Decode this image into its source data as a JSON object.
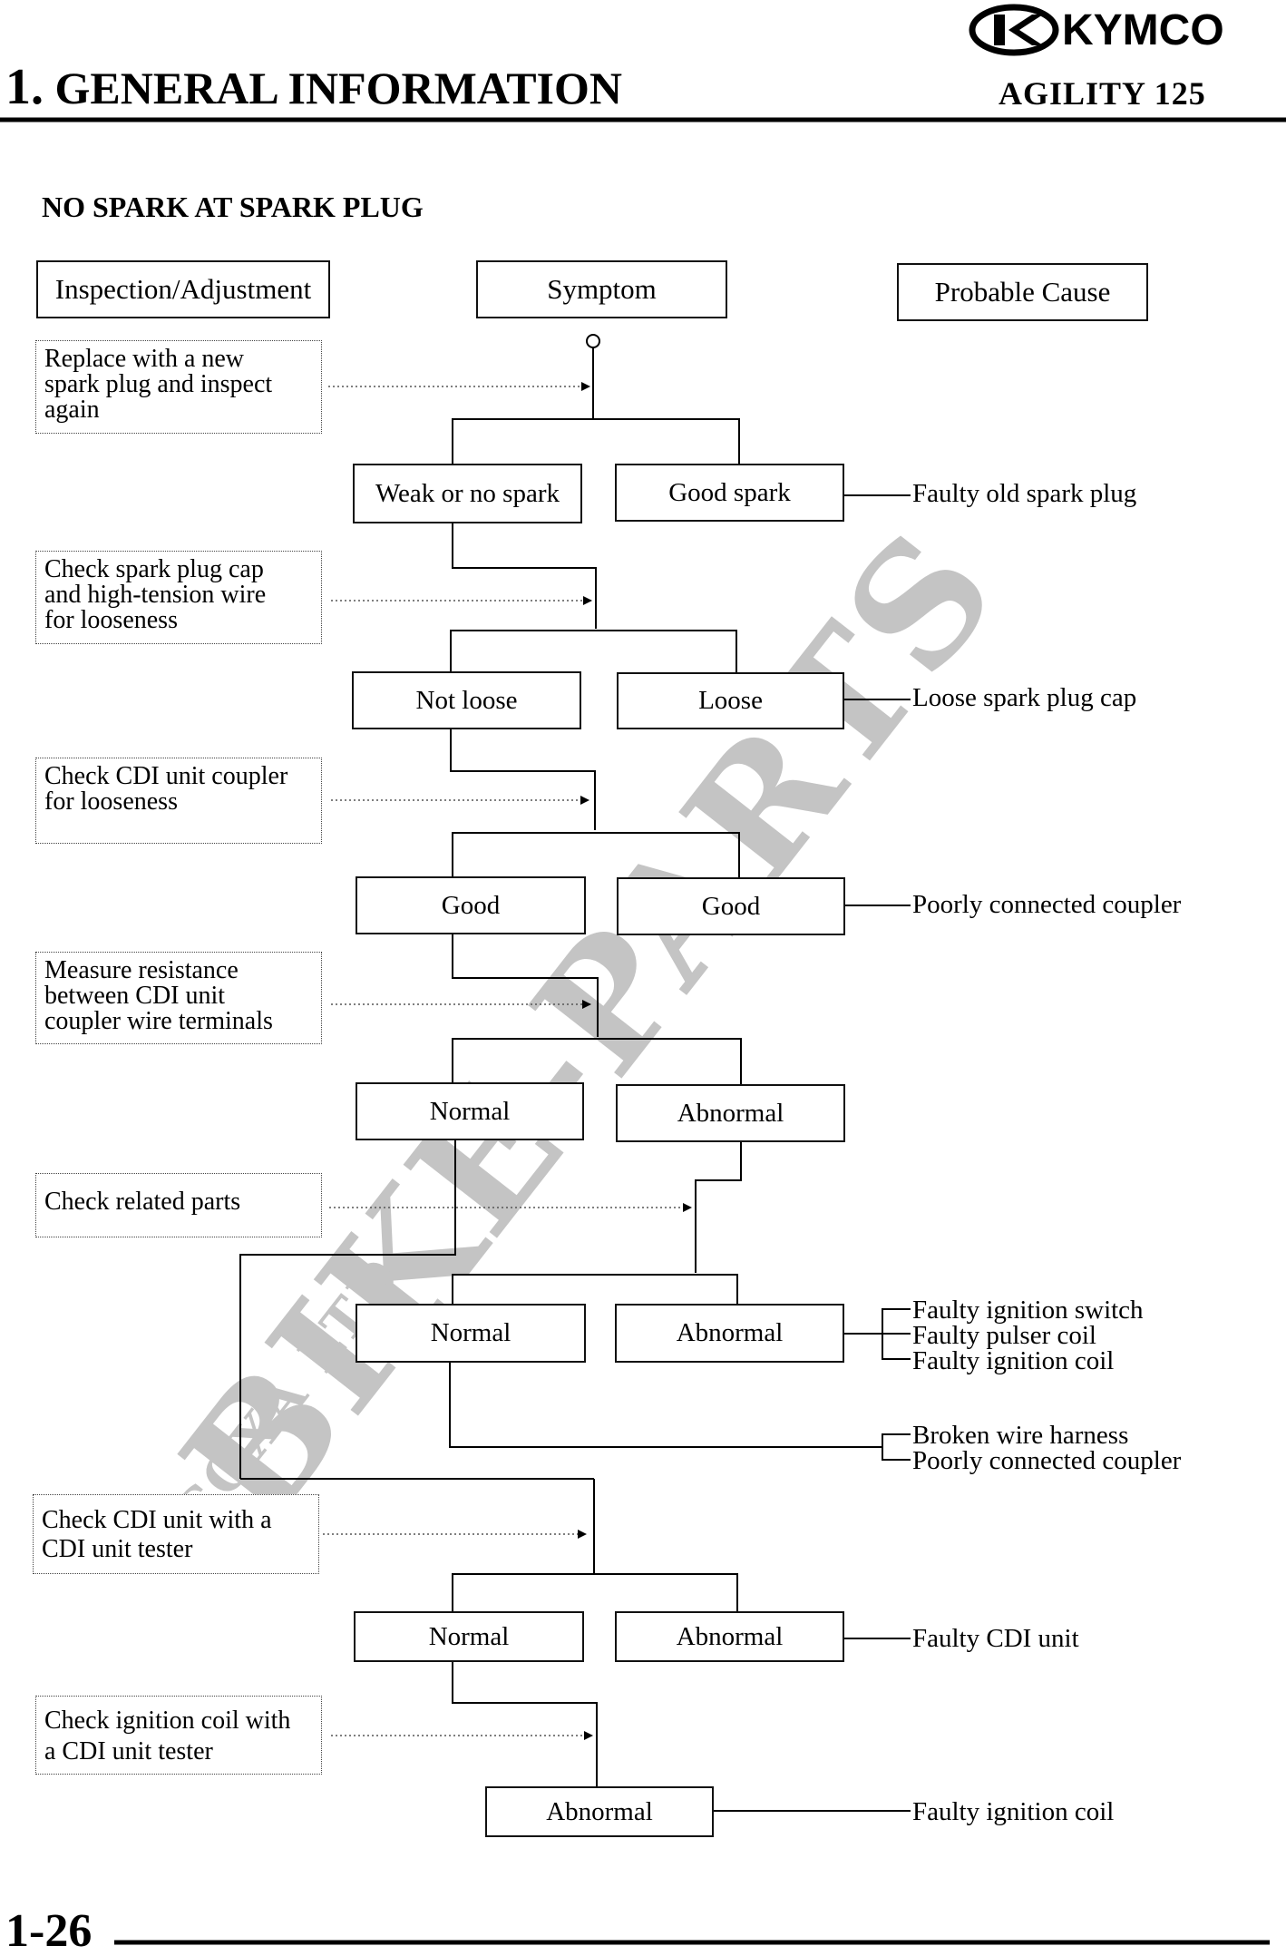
{
  "header": {
    "brand": "KYMCO",
    "chapter_number": "1.",
    "chapter_title": "GENERAL INFORMATION",
    "model": "AGILITY 125"
  },
  "section_title": "NO SPARK AT SPARK PLUG",
  "columns": {
    "inspection": "Inspection/Adjustment",
    "symptom": "Symptom",
    "cause": "Probable Cause"
  },
  "inspections": [
    "Replace with a new\nspark plug and inspect\nagain",
    "Check spark plug cap\nand high-tension wire\nfor looseness",
    "Check CDI unit coupler\nfor looseness",
    "Measure resistance\nbetween CDI unit\ncoupler wire terminals",
    "Check related parts",
    "Check CDI unit with a\nCDI unit tester",
    "Check ignition coil with\na CDI unit tester"
  ],
  "symptoms": {
    "s1_left": "Weak or no spark",
    "s1_right": "Good spark",
    "s2_left": "Not loose",
    "s2_right": "Loose",
    "s3_left": "Good",
    "s3_right": "Good",
    "s4_left": "Normal",
    "s4_right": "Abnormal",
    "s5_left": "Normal",
    "s5_right": "Abnormal",
    "s6_left": "Normal",
    "s6_right": "Abnormal",
    "s7": "Abnormal"
  },
  "causes": {
    "c1": "Faulty old spark plug",
    "c2": "Loose spark plug cap",
    "c3": "Poorly connected coupler",
    "c5a": "Faulty ignition switch\nFaulty pulser coil\nFaulty ignition coil",
    "c5b": "Broken wire harness\nPoorly connected coupler",
    "c6": "Faulty CDI unit",
    "c7": "Faulty ignition coil"
  },
  "watermark": {
    "main": "BIKE-PARTS",
    "sub": "COXA LTD."
  },
  "footer": {
    "page_number": "1-26"
  },
  "colors": {
    "text": "#000000",
    "watermark": "#c4c4c4"
  }
}
